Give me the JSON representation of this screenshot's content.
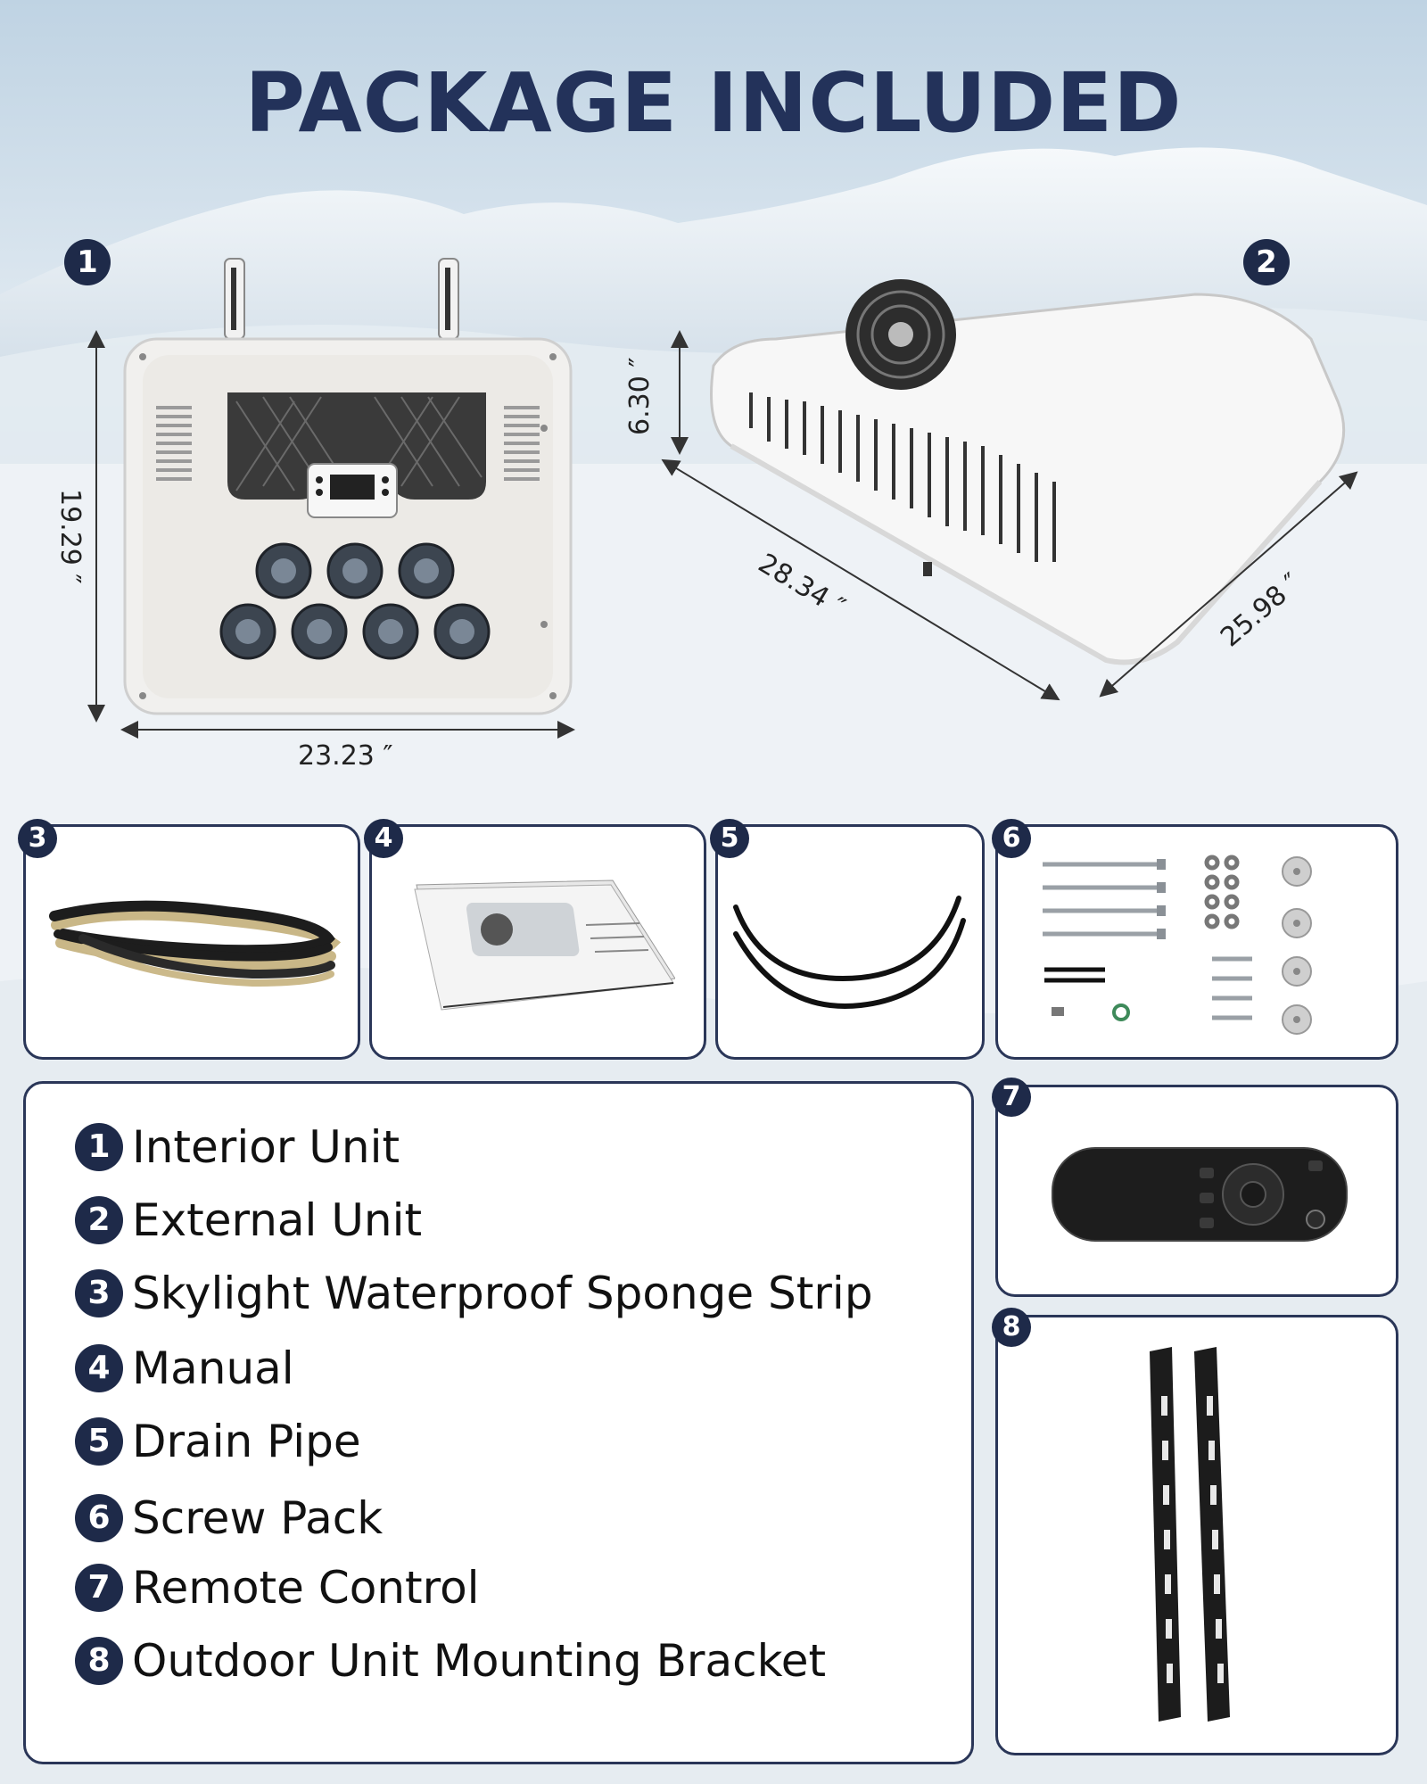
{
  "title": "PACKAGE INCLUDED",
  "colors": {
    "navy": "#23325a",
    "badge": "#1e2a49",
    "card_border": "#2a3658"
  },
  "badges": [
    "1",
    "2",
    "3",
    "4",
    "5",
    "6",
    "7",
    "8"
  ],
  "dimensions": {
    "interior_height": "19.29 ″",
    "interior_width": "23.23 ″",
    "external_height": "6.30 ″",
    "external_length": "28.34 ″",
    "external_width": "25.98 ″"
  },
  "items": [
    {
      "num": "1",
      "label": "Interior Unit"
    },
    {
      "num": "2",
      "label": "External Unit"
    },
    {
      "num": "3",
      "label": "Skylight Waterproof Sponge Strip"
    },
    {
      "num": "4",
      "label": "Manual"
    },
    {
      "num": "5",
      "label": "Drain Pipe"
    },
    {
      "num": "6",
      "label": "Screw Pack"
    },
    {
      "num": "7",
      "label": "Remote Control"
    },
    {
      "num": "8",
      "label": "Outdoor Unit Mounting Bracket"
    }
  ]
}
